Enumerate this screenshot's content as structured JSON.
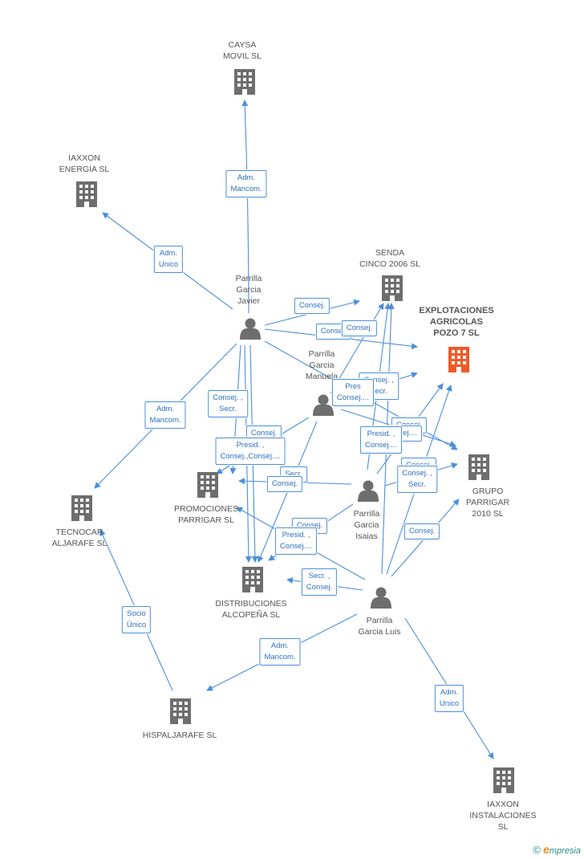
{
  "colors": {
    "edge": "#4a8fdc",
    "company": "#6e6e6e",
    "company_main": "#f05a28",
    "person": "#6e6e6e"
  },
  "companies": [
    {
      "id": "caysa",
      "label": "CAYSA\nMOVIL SL",
      "main": false
    },
    {
      "id": "iaxxon_energia",
      "label": "IAXXON\nENERGIA SL",
      "main": false
    },
    {
      "id": "senda",
      "label": "SENDA\nCINCO 2006 SL",
      "main": false
    },
    {
      "id": "explotaciones",
      "label": "EXPLOTACIONES\nAGRICOLAS\nPOZO 7 SL",
      "main": true
    },
    {
      "id": "grupo",
      "label": "GRUPO\nPARRIGAR\n2010 SL",
      "main": false
    },
    {
      "id": "promociones",
      "label": "PROMOCIONES\nPARRIGAR SL",
      "main": false
    },
    {
      "id": "tecnocar",
      "label": "TECNOCAR\nALJARAFE SL",
      "main": false
    },
    {
      "id": "distribuciones",
      "label": "DISTRIBUCIONES\nALCOPEÑA SL",
      "main": false
    },
    {
      "id": "hispaljarafe",
      "label": "HISPALJARAFE SL",
      "main": false
    },
    {
      "id": "iaxxon_inst",
      "label": "IAXXON\nINSTALACIONES\nSL",
      "main": false
    }
  ],
  "persons": [
    {
      "id": "javier",
      "label": "Parrilla\nGarcia\nJavier"
    },
    {
      "id": "manuela",
      "label": "Parrilla\nGarcia\nManuela"
    },
    {
      "id": "isaias",
      "label": "Parrilla\nGarcia\nIsaias"
    },
    {
      "id": "luis",
      "label": "Parrilla\nGarcia Luis"
    }
  ],
  "relations": [
    "Adm.\nMancom.",
    "Adm.\nUnico",
    "Consej.",
    "Consej.",
    "Consej.",
    "Consej. ,\nSecr.",
    "Adm.\nMancom.",
    "Consej.",
    "Presid. ,\nConsej.,Consej....",
    "Consej. ,\nSecr.",
    "Pres\nConsej....",
    "Consej.",
    "Consej....",
    "Presid. ,\nConsej....",
    "Consej.",
    "Consej. ,\nSecr.",
    "Secr.",
    "Consej.",
    "Consej.",
    "Presid. ,\nConsej....",
    "Consej.",
    "Secr. ,\nConsej.",
    "Socio\nÚnico",
    "Adm.\nMancom.",
    "Adm.\nUnico",
    "C",
    "Consej."
  ],
  "footer": {
    "copyright": "©",
    "brand_e": "e",
    "brand": "mpresia"
  }
}
